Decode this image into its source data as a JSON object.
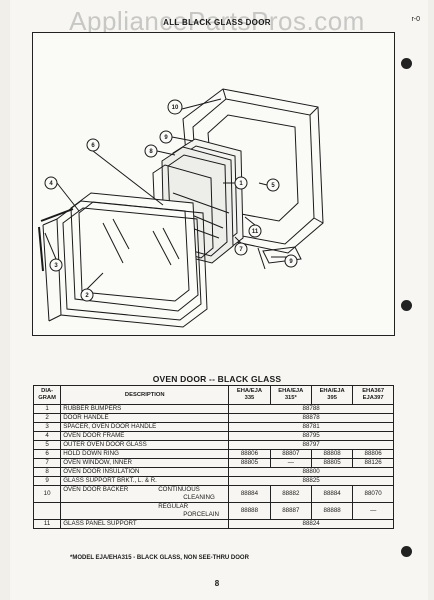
{
  "watermark": "AppliancePartsPros.com",
  "header_title": "ALL BLACK GLASS DOOR",
  "corner_mark": "r-0",
  "section_title": "OVEN DOOR -- BLACK GLASS",
  "callouts": [
    "1",
    "2",
    "3",
    "4",
    "5",
    "6",
    "7",
    "8",
    "9",
    "10",
    "11",
    "9"
  ],
  "table": {
    "headers": [
      "DIA-\nGRAM",
      "DESCRIPTION",
      "EHA/EJA\n335",
      "EHA/EJA\n315*",
      "EHA/EJA\n395",
      "EHA367\nEJA397"
    ],
    "rows": [
      {
        "num": "1",
        "desc": "RUBBER BUMPERS",
        "span": "88788"
      },
      {
        "num": "2",
        "desc": "DOOR HANDLE",
        "span": "88878"
      },
      {
        "num": "3",
        "desc": "SPACER, OVEN DOOR HANDLE",
        "span": "88781"
      },
      {
        "num": "4",
        "desc": "OVEN DOOR FRAME",
        "span": "88795"
      },
      {
        "num": "5",
        "desc": "OUTER OVEN DOOR GLASS",
        "span": "88797"
      },
      {
        "num": "6",
        "desc": "HOLD DOWN RING",
        "vals": [
          "88806",
          "88807",
          "88808",
          "88806"
        ]
      },
      {
        "num": "7",
        "desc": "OVEN WINDOW, INNER",
        "vals": [
          "88805",
          "—",
          "88805",
          "88126"
        ]
      },
      {
        "num": "8",
        "desc": "OVEN DOOR INSULATION",
        "span": "88800"
      },
      {
        "num": "9",
        "desc": "GLASS SUPPORT BRKT., L. & R.",
        "span": "88825"
      },
      {
        "num": "10",
        "desc": "OVEN DOOR BACKER",
        "sub": "CONTINUOUS",
        "sub2": "CLEANING",
        "vals": [
          "88884",
          "88882",
          "88884",
          "88070"
        ]
      },
      {
        "num": "",
        "desc": "",
        "sub": "REGULAR",
        "sub2": "PORCELAIN",
        "vals": [
          "88888",
          "88887",
          "88888",
          "—"
        ]
      },
      {
        "num": "11",
        "desc": "GLASS PANEL SUPPORT",
        "span": "88824"
      }
    ]
  },
  "footnote": "*MODEL EJA/EHA315 - BLACK GLASS, NON SEE-THRU DOOR",
  "page_number": "8"
}
